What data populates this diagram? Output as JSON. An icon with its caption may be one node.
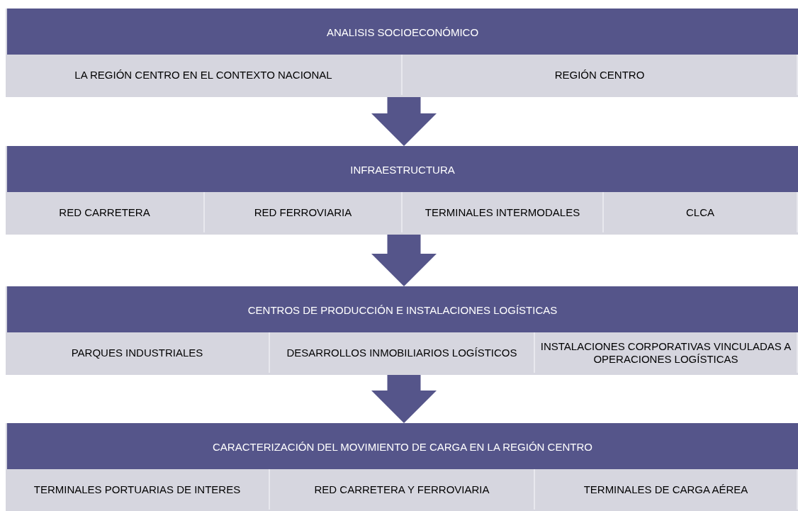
{
  "diagram": {
    "nodes": [
      {
        "text": [
          "ANALISIS SOCIOECONÓMICO"
        ]
      },
      {
        "text": [
          "LA REGIÓN CENTRO EN EL CONTEXTO NACIONAL"
        ],
        "in": 0
      },
      {
        "text": [
          "REGIÓN CENTRO"
        ],
        "in": 0
      },
      {
        "text": [
          "INFRAESTRUCTURA"
        ]
      },
      {
        "text": [
          "RED CARRETERA"
        ],
        "in": 3
      },
      {
        "text": [
          "RED FERROVIARIA"
        ],
        "in": 3
      },
      {
        "text": [
          "TERMINALES INTERMODALES"
        ],
        "in": 3
      },
      {
        "text": [
          "CLCA"
        ],
        "in": 3
      },
      {
        "text": [
          "CENTROS DE PRODUCCIÓN E INSTALACIONES LOGÍSTICAS"
        ]
      },
      {
        "text": [
          "PARQUES INDUSTRIALES"
        ],
        "in": 8
      },
      {
        "text": [
          "DESARROLLOS INMOBILIARIOS LOGÍSTICOS"
        ],
        "in": 8
      },
      {
        "text": [
          "INSTALACIONES CORPORATIVAS VINCULADAS A OPERACIONES LOGÍSTICAS"
        ],
        "in": 8
      },
      {
        "text": [
          "CARACTERIZACIÓN DEL MOVIMIENTO DE CARGA EN LA REGIÓN CENTRO"
        ]
      },
      {
        "text": [
          "TERMINALES PORTUARIAS DE INTERES"
        ],
        "in": 12
      },
      {
        "text": [
          "RED CARRETERA Y FERROVIARIA"
        ],
        "in": 12
      },
      {
        "text": [
          "TERMINALES DE CARGA AÉREA"
        ],
        "in": 12
      }
    ],
    "edges": [
      {
        "from": 0,
        "to": 3,
        "arrow": "to"
      },
      {
        "from": 3,
        "to": 8,
        "arrow": "to"
      },
      {
        "from": 8,
        "to": 12,
        "arrow": "to"
      }
    ]
  }
}
